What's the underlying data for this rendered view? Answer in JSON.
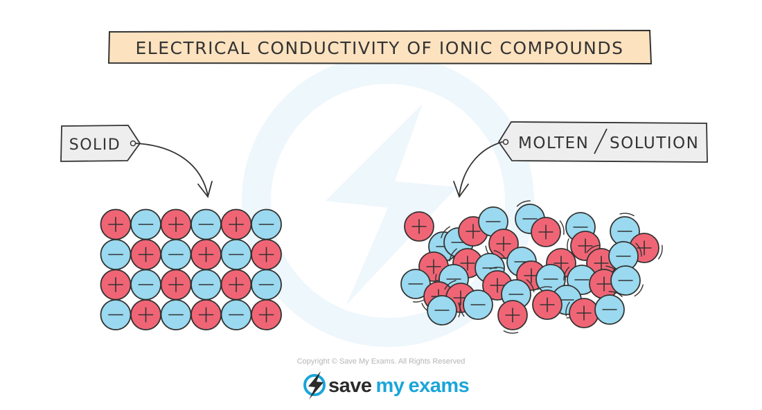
{
  "title": "ELECTRICAL CONDUCTIVITY OF IONIC COMPOUNDS",
  "labels": {
    "solid": "SOLID",
    "molten": "MOLTEN",
    "solution": "SOLUTION"
  },
  "ions": {
    "positive_symbol": "+",
    "negative_symbol": "−",
    "positive_color": "#f06575",
    "negative_color": "#9ad9ef",
    "outline_color": "#333333"
  },
  "colors": {
    "title_box_fill": "#fde2bf",
    "tag_fill": "#eeeeee",
    "watermark": "#eef7fb",
    "logo_dark": "#2b2b2b",
    "logo_blue": "#1aa5d9"
  },
  "solid_lattice": {
    "rows": 4,
    "cols": 6,
    "first_ion": "positive"
  },
  "footer": {
    "copyright": "Copyright © Save My Exams. All Rights Reserved",
    "logo_part1": "save",
    "logo_part2": "my",
    "logo_part3": "exams"
  }
}
